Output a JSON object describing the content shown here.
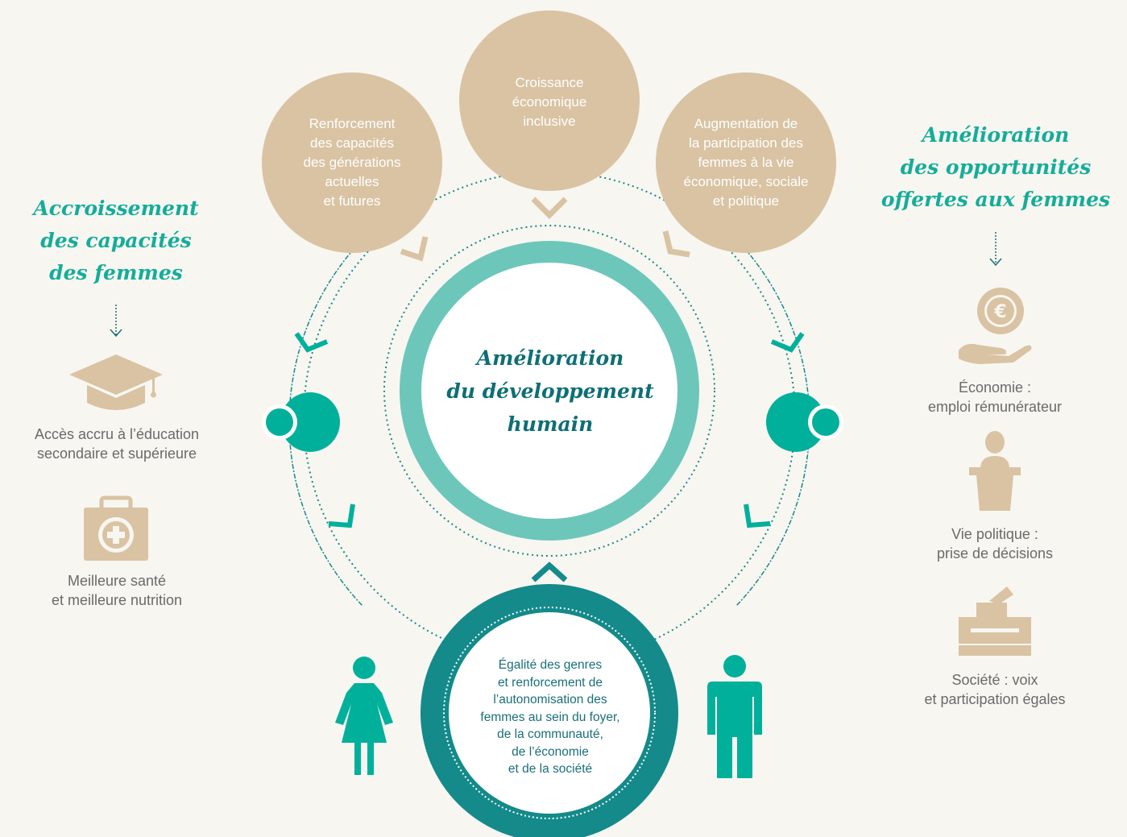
{
  "left_heading": [
    "Accroissement",
    "des capacités",
    "des femmes"
  ],
  "right_heading": [
    "Amélioration",
    "des opportunités",
    "offertes aux femmes"
  ],
  "top_circles": {
    "left": [
      "Renforcement",
      "des capacités",
      "des générations",
      "actuelles",
      "et futures"
    ],
    "middle": [
      "Croissance",
      "économique",
      "inclusive"
    ],
    "right": [
      "Augmentation de",
      "la participation des",
      "femmes à la vie",
      "économique, sociale",
      "et politique"
    ]
  },
  "center_title": [
    "Amélioration",
    "du développement",
    "humain"
  ],
  "bottom_circle": [
    "Égalité des genres",
    "et renforcement de",
    "l’autonomisation des",
    "femmes au sein du foyer,",
    "de la communauté,",
    "de l’économie",
    "et de la société"
  ],
  "left_items": [
    {
      "icon": "graduation-cap-icon",
      "lines": [
        "Accès accru à l’éducation",
        "secondaire et supérieure"
      ]
    },
    {
      "icon": "medical-kit-icon",
      "lines": [
        "Meilleure santé",
        "et meilleure nutrition"
      ]
    }
  ],
  "right_items": [
    {
      "icon": "euro-hand-icon",
      "lines": [
        "Économie :",
        "emploi rémunérateur"
      ]
    },
    {
      "icon": "speaker-podium-icon",
      "lines": [
        "Vie politique :",
        "prise de décisions"
      ]
    },
    {
      "icon": "ballot-box-icon",
      "lines": [
        "Société : voix",
        "et participation égales"
      ]
    }
  ],
  "colors": {
    "background": "#f8f6f1",
    "beige": "#d9c3a3",
    "teal": "#00b09b",
    "teal_light": "#6cc7ba",
    "teal_dark": "#148a8a",
    "navy_text": "#0e6f75",
    "heading_teal": "#14ad99",
    "caption_gray": "#6a6a6a"
  }
}
